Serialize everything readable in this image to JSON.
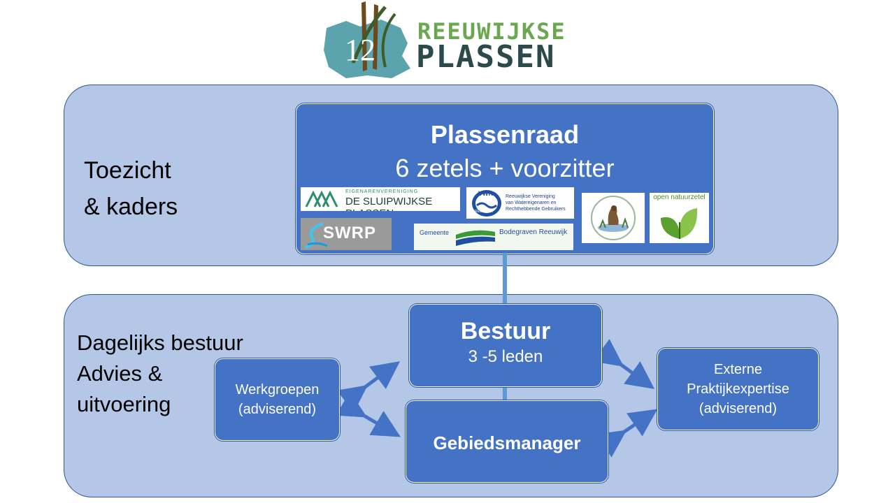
{
  "header": {
    "logo_number": "12",
    "logo_line1": "REEUWIJKSE",
    "logo_line2": "PLASSEN"
  },
  "top": {
    "label_line1": "Toezicht",
    "label_line2": "& kaders",
    "plassenraad_title": "Plassenraad",
    "plassenraad_subtitle": "6 zetels + voorzitter",
    "logos": {
      "sluipwijk_top": "EIGENARENVERENIGING",
      "sluipwijk_main": "DE SLUIPWIJKSE PLASSEN",
      "vwr_badge": "VWR",
      "vwr_badge_sub": "REEUWIJK",
      "vwr_line1": "Reeuwijkse Vereniging",
      "vwr_line2": "van Watereigenaren en",
      "vwr_line3": "Rechthebbende Gebruikers",
      "swrp": "SWRP",
      "gemeente_prefix": "Gemeente",
      "gemeente_name": "Bodegraven Reeuwijk",
      "natuur": "open natuurzetel"
    }
  },
  "bottom": {
    "label_line1": "Dagelijks bestuur",
    "label_line2": "Advies &",
    "label_line3": "uitvoering",
    "bestuur_title": "Bestuur",
    "bestuur_sub": "3 -5 leden",
    "werkgroepen_line1": "Werkgroepen",
    "werkgroepen_line2": "(adviserend)",
    "gebiedsmanager": "Gebiedsmanager",
    "externe_line1": "Externe",
    "externe_line2": "Praktijkexpertise",
    "externe_line3": "(adviserend)"
  },
  "colors": {
    "panel_fill": "#b4c7e7",
    "box_fill": "#4472c4",
    "connector": "#5b9bd5",
    "logo_green": "#6aa84f",
    "logo_dark": "#2d4a4a",
    "logo_shape": "#5ba3ad"
  }
}
